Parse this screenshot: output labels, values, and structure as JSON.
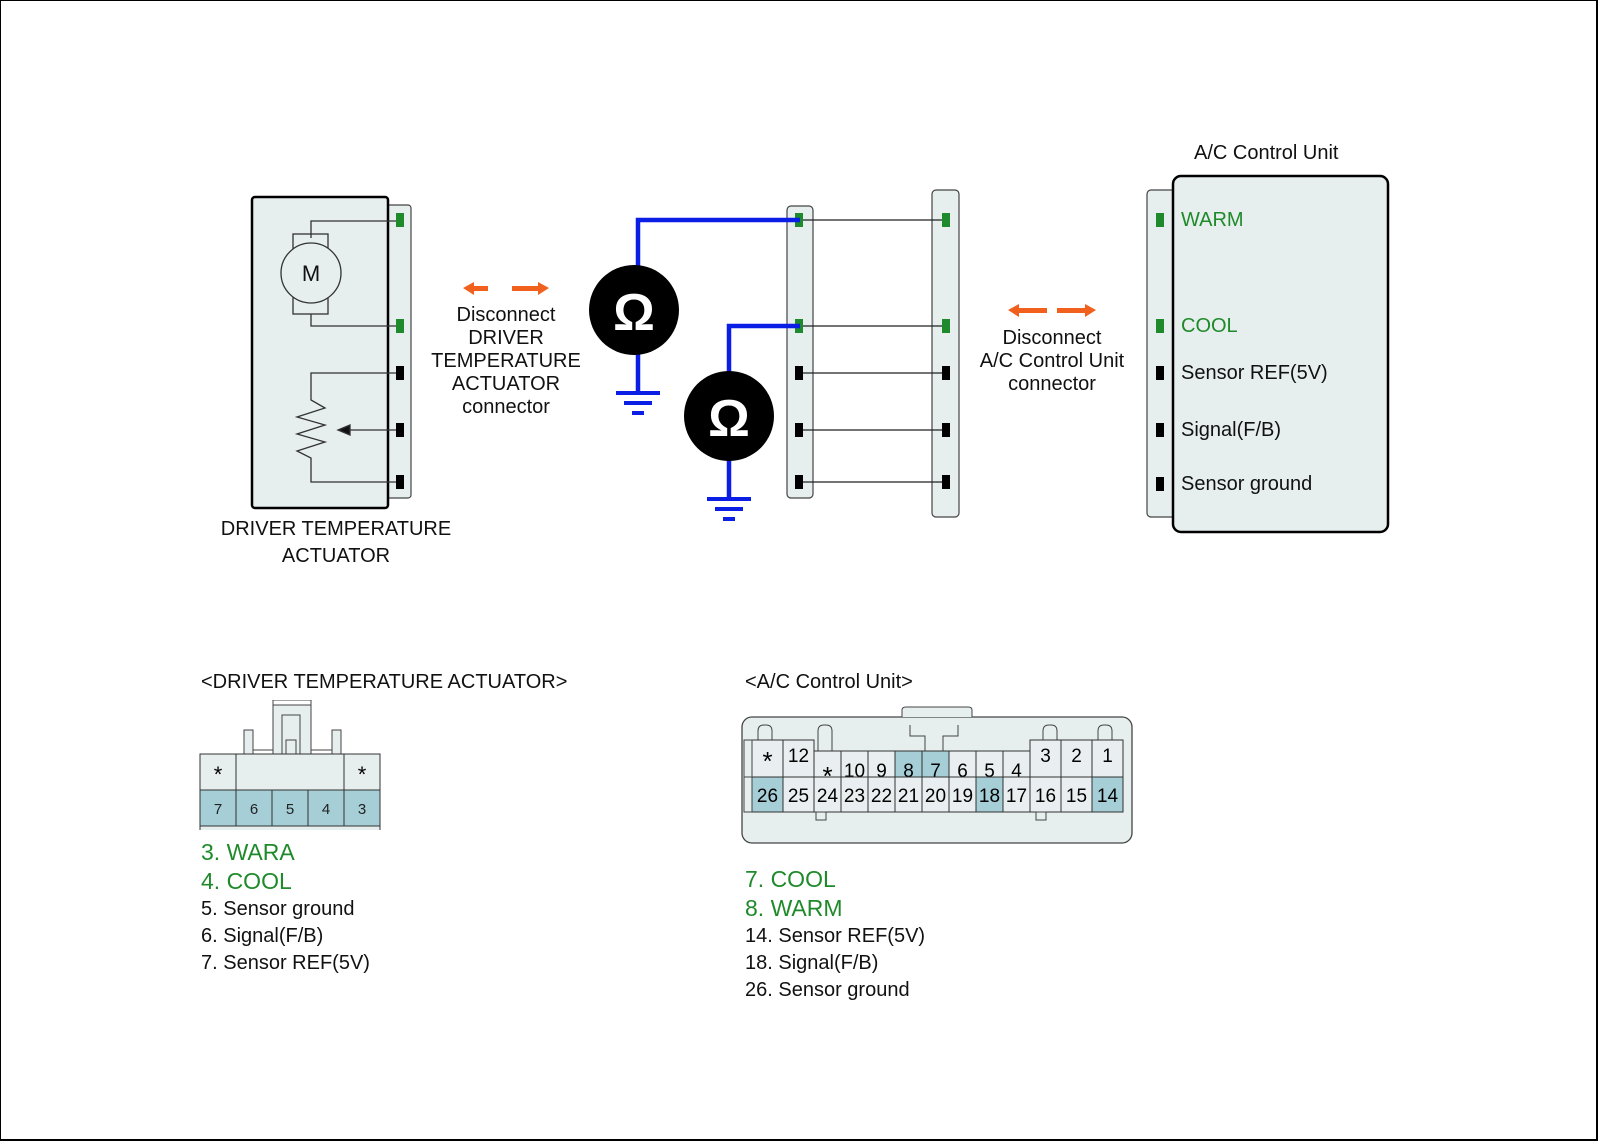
{
  "colors": {
    "pin_green": "#1e8a2c",
    "pin_black": "#000000",
    "wire_blue": "#0a1ee6",
    "arrow_orange": "#f2601e",
    "box_fill": "#e6eeee",
    "cell_highlight": "#a6ced6",
    "text_green": "#1f8a2a"
  },
  "actuator": {
    "title_line1": "DRIVER TEMPERATURE",
    "title_line2": "ACTUATOR",
    "motor_symbol": "M",
    "pins": [
      "green",
      "green",
      "black",
      "black",
      "black"
    ]
  },
  "disconnect_left": {
    "lines": [
      "Disconnect",
      "DRIVER",
      "TEMPERATURE",
      "ACTUATOR",
      "connector"
    ],
    "icon": "double-arrow-icon"
  },
  "disconnect_right": {
    "lines": [
      "Disconnect",
      "A/C Control Unit",
      "connector"
    ],
    "icon": "double-arrow-icon"
  },
  "ohmmeters": [
    {
      "symbol": "Ω",
      "icon": "ohmmeter-icon",
      "connected_pin": "WARM"
    },
    {
      "symbol": "Ω",
      "icon": "ohmmeter-icon",
      "connected_pin": "COOL"
    }
  ],
  "acu": {
    "title": "A/C Control Unit",
    "pins": [
      {
        "label": "WARM",
        "color": "green"
      },
      {
        "label": "COOL",
        "color": "green"
      },
      {
        "label": "Sensor REF(5V)",
        "color": "black"
      },
      {
        "label": "Signal(F/B)",
        "color": "black"
      },
      {
        "label": "Sensor ground",
        "color": "black"
      }
    ]
  },
  "actuator_connector": {
    "heading": "<DRIVER TEMPERATURE ACTUATOR>",
    "top_row": [
      "*",
      "",
      "",
      "",
      "*"
    ],
    "bottom_row": [
      "7",
      "6",
      "5",
      "4",
      "3"
    ],
    "legend": [
      {
        "text": "3. WARA",
        "color": "green"
      },
      {
        "text": "4. COOL",
        "color": "green"
      },
      {
        "text": "5. Sensor ground",
        "color": "black"
      },
      {
        "text": "6. Signal(F/B)",
        "color": "black"
      },
      {
        "text": "7. Sensor REF(5V)",
        "color": "black"
      }
    ]
  },
  "acu_connector": {
    "heading": "<A/C Control Unit>",
    "top_row": [
      "*",
      "12",
      "*",
      "10",
      "9",
      "8",
      "7",
      "6",
      "5",
      "4",
      "3",
      "2",
      "1"
    ],
    "bottom_row": [
      "26",
      "25",
      "24",
      "23",
      "22",
      "21",
      "20",
      "19",
      "18",
      "17",
      "16",
      "15",
      "14"
    ],
    "highlighted": [
      "8",
      "7",
      "26",
      "18",
      "14"
    ],
    "legend": [
      {
        "text": "7. COOL",
        "color": "green"
      },
      {
        "text": "8. WARM",
        "color": "green"
      },
      {
        "text": "14. Sensor REF(5V)",
        "color": "black"
      },
      {
        "text": "18. Signal(F/B)",
        "color": "black"
      },
      {
        "text": "26. Sensor ground",
        "color": "black"
      }
    ]
  }
}
